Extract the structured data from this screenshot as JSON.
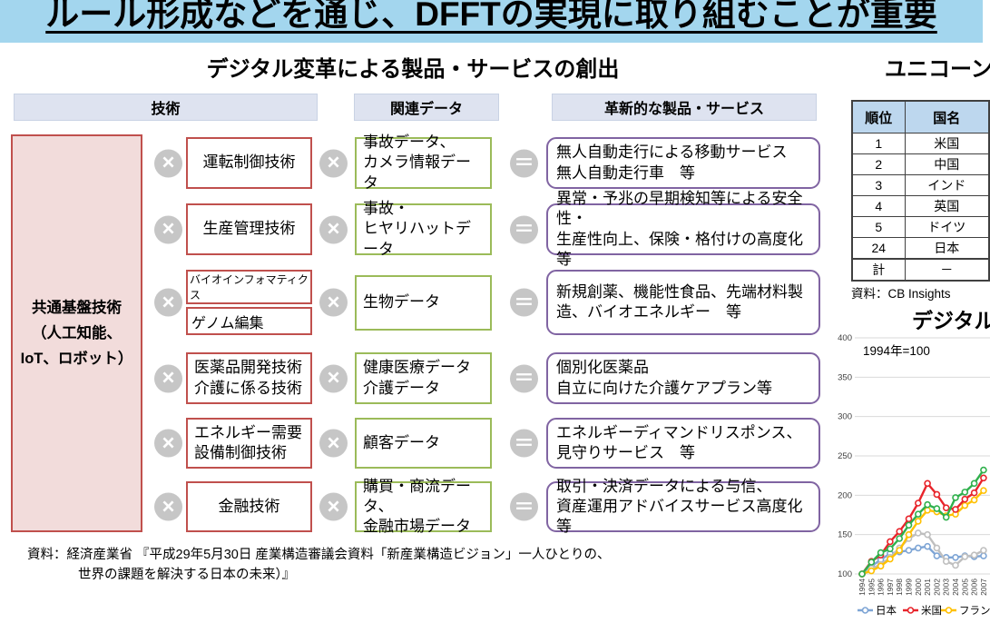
{
  "banner": {
    "title": "ルール形成などを通じ、DFFTの実現に取り組むことが重要",
    "bg_color": "#A3D6EE"
  },
  "left_section": {
    "heading": "デジタル変革による製品・サービスの創出",
    "col_headers": [
      "技術",
      "関連データ",
      "革新的な製品・サービス"
    ],
    "base_box": "共通基盤技術\n（人工知能、\nIoT、ロボット）",
    "multiply_symbol": "×",
    "equals_symbol": "＝",
    "colors": {
      "tech_border": "#C0504D",
      "data_border": "#9BBB59",
      "product_border": "#8064A2",
      "base_fill": "#F2DCDB",
      "operator_gray": "#C6C6C6"
    },
    "rows": [
      {
        "tech": [
          {
            "text": "運転制御技術",
            "small": false
          }
        ],
        "data": "事故データ、\nカメラ情報データ",
        "product": "無人自動走行による移動サービス\n無人自動走行車　等"
      },
      {
        "tech": [
          {
            "text": "生産管理技術",
            "small": false
          }
        ],
        "data": "事故・\nヒヤリハットデータ",
        "product": "異常・予兆の早期検知等による安全性・\n生産性向上、保険・格付けの高度化等"
      },
      {
        "tech": [
          {
            "text": "バイオインフォマティクス",
            "small": true
          },
          {
            "text": "ゲノム編集",
            "small": false
          }
        ],
        "data": "生物データ",
        "product": "新規創薬、機能性食品、先端材料製\n造、バイオエネルギー　等"
      },
      {
        "tech": [
          {
            "text": "医薬品開発技術\n介護に係る技術",
            "small": false
          }
        ],
        "data": "健康医療データ\n介護データ",
        "product": "個別化医薬品\n自立に向けた介護ケアプラン等"
      },
      {
        "tech": [
          {
            "text": "エネルギー需要\n設備制御技術",
            "small": false
          }
        ],
        "data": "顧客データ",
        "product": "エネルギーディマンドリスポンス、\n見守りサービス　等"
      },
      {
        "tech": [
          {
            "text": "金融技術",
            "small": false
          }
        ],
        "data": "購買・商流データ、\n金融市場データ",
        "product": "取引・決済データによる与信、\n資産運用アドバイスサービス高度化等"
      }
    ],
    "source_line1": "資料：経済産業省 『平成29年5月30日 産業構造審議会資料「新産業構造ビジョン」一人ひとりの、",
    "source_line2": "世界の課題を解決する日本の未来）』"
  },
  "right_section": {
    "heading": "ユニコーン企",
    "table": {
      "headers": [
        "順位",
        "国名"
      ],
      "rows": [
        [
          "1",
          "米国"
        ],
        [
          "2",
          "中国"
        ],
        [
          "3",
          "インド"
        ],
        [
          "4",
          "英国"
        ],
        [
          "5",
          "ドイツ"
        ],
        [
          "24",
          "日本"
        ],
        [
          "計",
          "－"
        ]
      ],
      "header_bg": "#BDD7EE"
    },
    "source": "資料：CB  Insights"
  },
  "chart_data": {
    "type": "line",
    "title": "デジタル",
    "annotation": "1994年=100",
    "x": [
      1994,
      1995,
      1996,
      1997,
      1998,
      1999,
      2000,
      2001,
      2002,
      2003,
      2004,
      2005,
      2006,
      2007
    ],
    "ylim": [
      100,
      400
    ],
    "yticks": [
      100,
      150,
      200,
      250,
      300,
      350,
      400
    ],
    "grid": true,
    "legend_position": "bottom",
    "series": [
      {
        "name": "日本",
        "color": "#7EA5D5",
        "values": [
          100,
          110,
          118,
          126,
          128,
          130,
          133,
          135,
          123,
          121,
          121,
          123,
          122,
          123
        ]
      },
      {
        "name": "",
        "color": "#BFBFBF",
        "values": [
          100,
          107,
          112,
          121,
          133,
          145,
          152,
          150,
          133,
          116,
          111,
          122,
          124,
          130
        ]
      },
      {
        "name": "フランス",
        "color": "#FFC000",
        "values": [
          100,
          104,
          110,
          119,
          130,
          150,
          167,
          181,
          179,
          174,
          176,
          187,
          194,
          206
        ]
      },
      {
        "name": "米国",
        "color": "#E8242B",
        "values": [
          100,
          116,
          124,
          141,
          154,
          170,
          190,
          215,
          201,
          184,
          182,
          195,
          203,
          222
        ]
      },
      {
        "name": "",
        "color": "#2FB04C",
        "values": [
          100,
          115,
          127,
          132,
          145,
          162,
          176,
          188,
          183,
          172,
          197,
          204,
          215,
          232
        ]
      }
    ],
    "legend": [
      "日本",
      "米国",
      "フランス"
    ],
    "legend_colors": [
      "#7EA5D5",
      "#E8242B",
      "#FFC000"
    ]
  }
}
